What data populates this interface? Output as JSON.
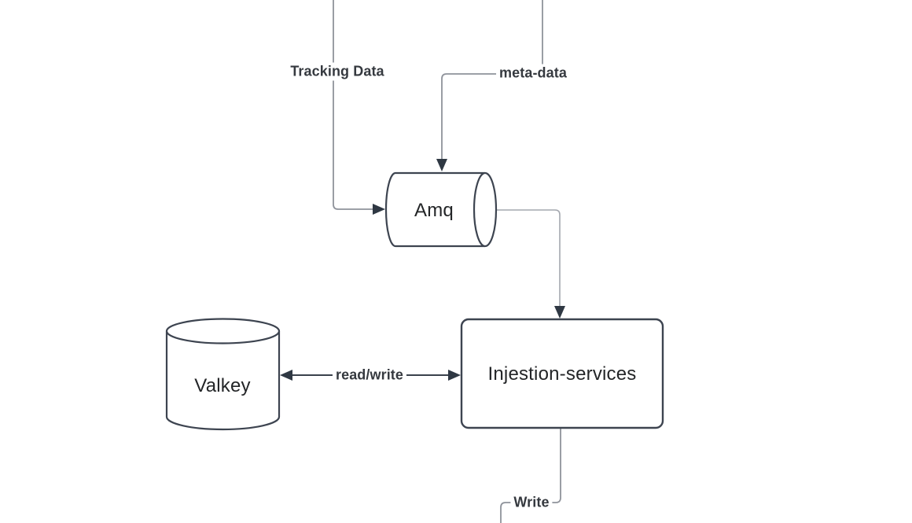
{
  "diagram": {
    "type": "flowchart",
    "background": "#ffffff",
    "colors": {
      "shape_stroke": "#3d4450",
      "shape_fill": "#ffffff",
      "connector_gray": "#8f939b",
      "connector_light": "#aeb2b9",
      "connector_dark": "#3a414c",
      "arrowhead": "#2f3843",
      "node_text": "#232527",
      "edge_label_text": "#35393f"
    },
    "nodes": [
      {
        "id": "amq",
        "label": "Amq",
        "shape": "horizontal-cylinder-queue"
      },
      {
        "id": "valkey",
        "label": "Valkey",
        "shape": "database-cylinder"
      },
      {
        "id": "injestion_services",
        "label": "Injestion-services",
        "shape": "rounded-rectangle"
      }
    ],
    "edges": [
      {
        "label": "Tracking Data",
        "from": "offscreen-top",
        "to": "amq",
        "arrow": "single"
      },
      {
        "label": "meta-data",
        "from": "offscreen-top",
        "to": "amq",
        "arrow": "single"
      },
      {
        "label": "",
        "from": "amq",
        "to": "injestion_services",
        "arrow": "single"
      },
      {
        "label": "read/write",
        "from": "valkey",
        "to": "injestion_services",
        "arrow": "double"
      },
      {
        "label": "Write",
        "from": "injestion_services",
        "to": "offscreen-bottom",
        "arrow": "none"
      }
    ]
  }
}
